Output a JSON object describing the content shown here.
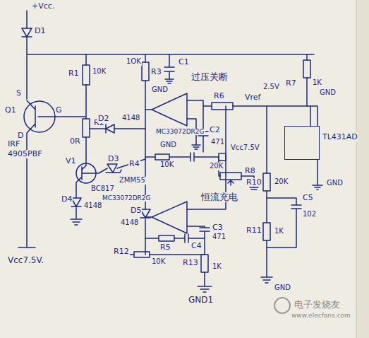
{
  "diagram": {
    "nodes": [
      {
        "text": [
          "TL431AD"
        ]
      }
    ],
    "labels": [
      "+Vcc.",
      "D1",
      "S",
      "Q1",
      "G",
      "D",
      "IRF",
      "4905PBF",
      "R1",
      "10K",
      "R2",
      "0R",
      "D2",
      "4148",
      "V1",
      "BC817",
      "D3",
      "ZMM55",
      "D4",
      "4148",
      "Vcc7.5V.",
      "1OK",
      "R3",
      "C1",
      "GND",
      "过压关断",
      "MC33072DR2G",
      "R6",
      "C2",
      "471",
      "GND",
      "R4",
      "10K",
      "20K",
      "R8",
      "Vcc7.5V",
      "R7",
      "1K",
      "Vref",
      "2.5V",
      "GND",
      "GND",
      "R10",
      "20K",
      "C5",
      "102",
      "R11",
      "1K",
      "GND",
      "MC33072DR2G",
      "恒流充电",
      "D5",
      "4148",
      "C3",
      "471",
      "R5",
      "C4",
      "R12",
      "10K",
      "R13",
      "1K",
      "GND1",
      "电子发烧友",
      "www.elecfans.com"
    ]
  }
}
